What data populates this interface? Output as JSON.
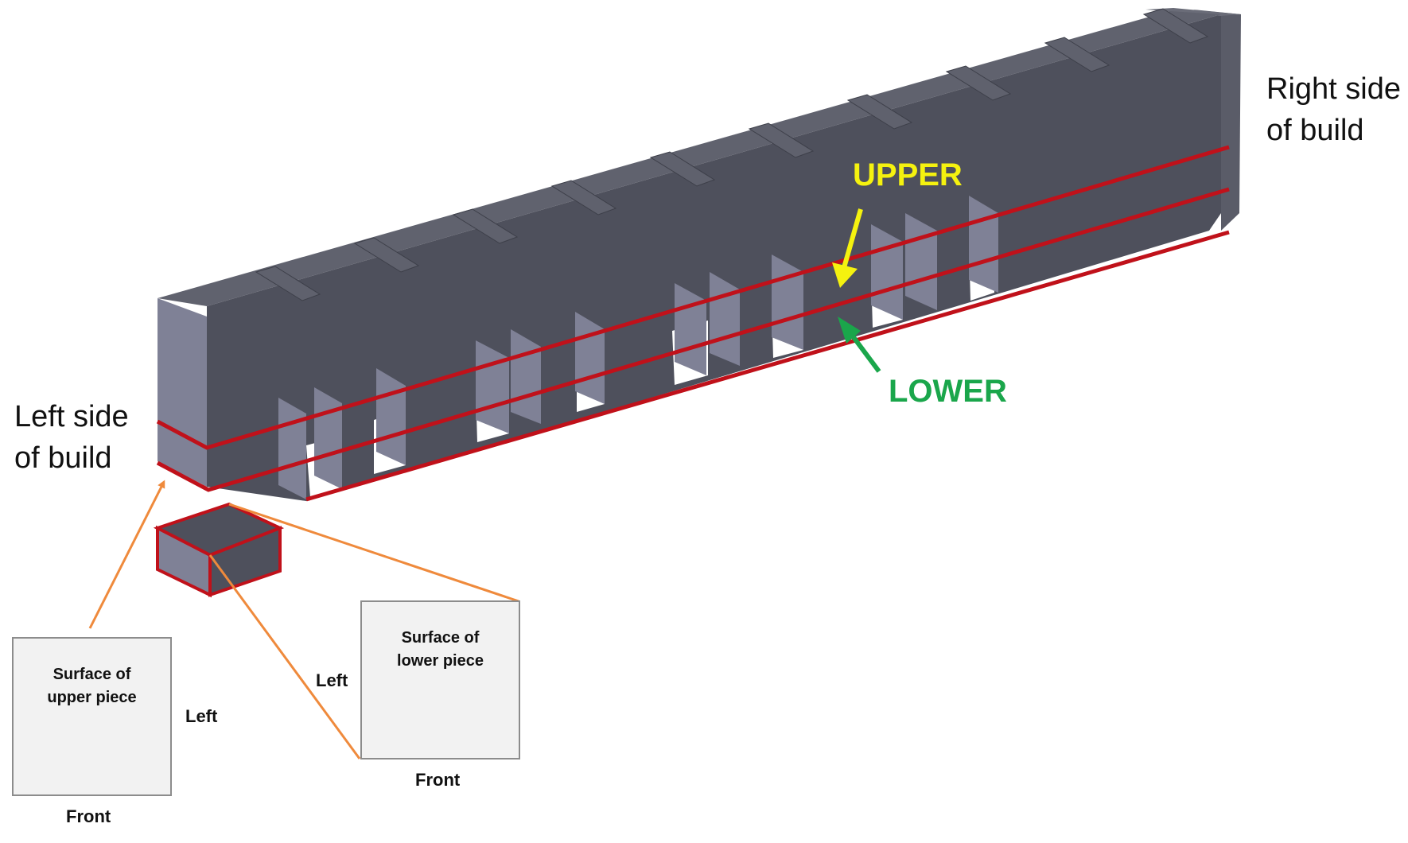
{
  "labels": {
    "left_side_line1": "Left side",
    "left_side_line2": "of build",
    "right_side_line1": "Right side",
    "right_side_line2": "of build",
    "upper": "UPPER",
    "lower": "LOWER",
    "upper_surface_line1": "Surface of",
    "upper_surface_line2": "upper piece",
    "lower_surface_line1": "Surface of",
    "lower_surface_line2": "lower piece",
    "left_a": "Left",
    "front_a": "Front",
    "left_b": "Left",
    "front_b": "Front"
  },
  "colors": {
    "body": "#4e505c",
    "face_light": "#7f8196",
    "cut_line": "#c0111a",
    "pointer": "#ef8a3c",
    "upper_arrow": "#f5f20f",
    "lower_arrow": "#1aa64b",
    "surface_fill": "#f2f2f2",
    "surface_border": "#8c8c8c"
  }
}
